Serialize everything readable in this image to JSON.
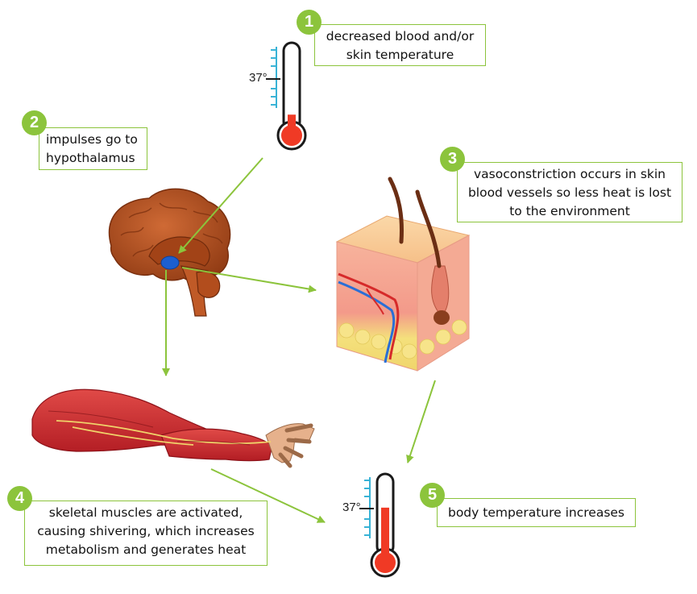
{
  "steps": [
    {
      "number": "1",
      "text": "decreased blood and/or skin temperature"
    },
    {
      "number": "2",
      "text": "impulses go to hypothalamus"
    },
    {
      "number": "3",
      "text": "vasoconstriction occurs in skin blood vessels so less heat is lost to the environment"
    },
    {
      "number": "4",
      "text": "skeletal muscles are activated, causing shivering, which increases metabolism and generates heat"
    },
    {
      "number": "5",
      "text": "body temperature increases"
    }
  ],
  "thermometers": {
    "top": {
      "label": "37°",
      "level": 0.12
    },
    "bottom": {
      "label": "37°",
      "level": 0.6
    }
  },
  "colors": {
    "accent": "#8cc43c",
    "mercury": "#f03a25",
    "scale": "#39b3d6",
    "brain": "#b8501f",
    "hypothalamus": "#1d5fd0",
    "muscle": "#c9262c"
  }
}
